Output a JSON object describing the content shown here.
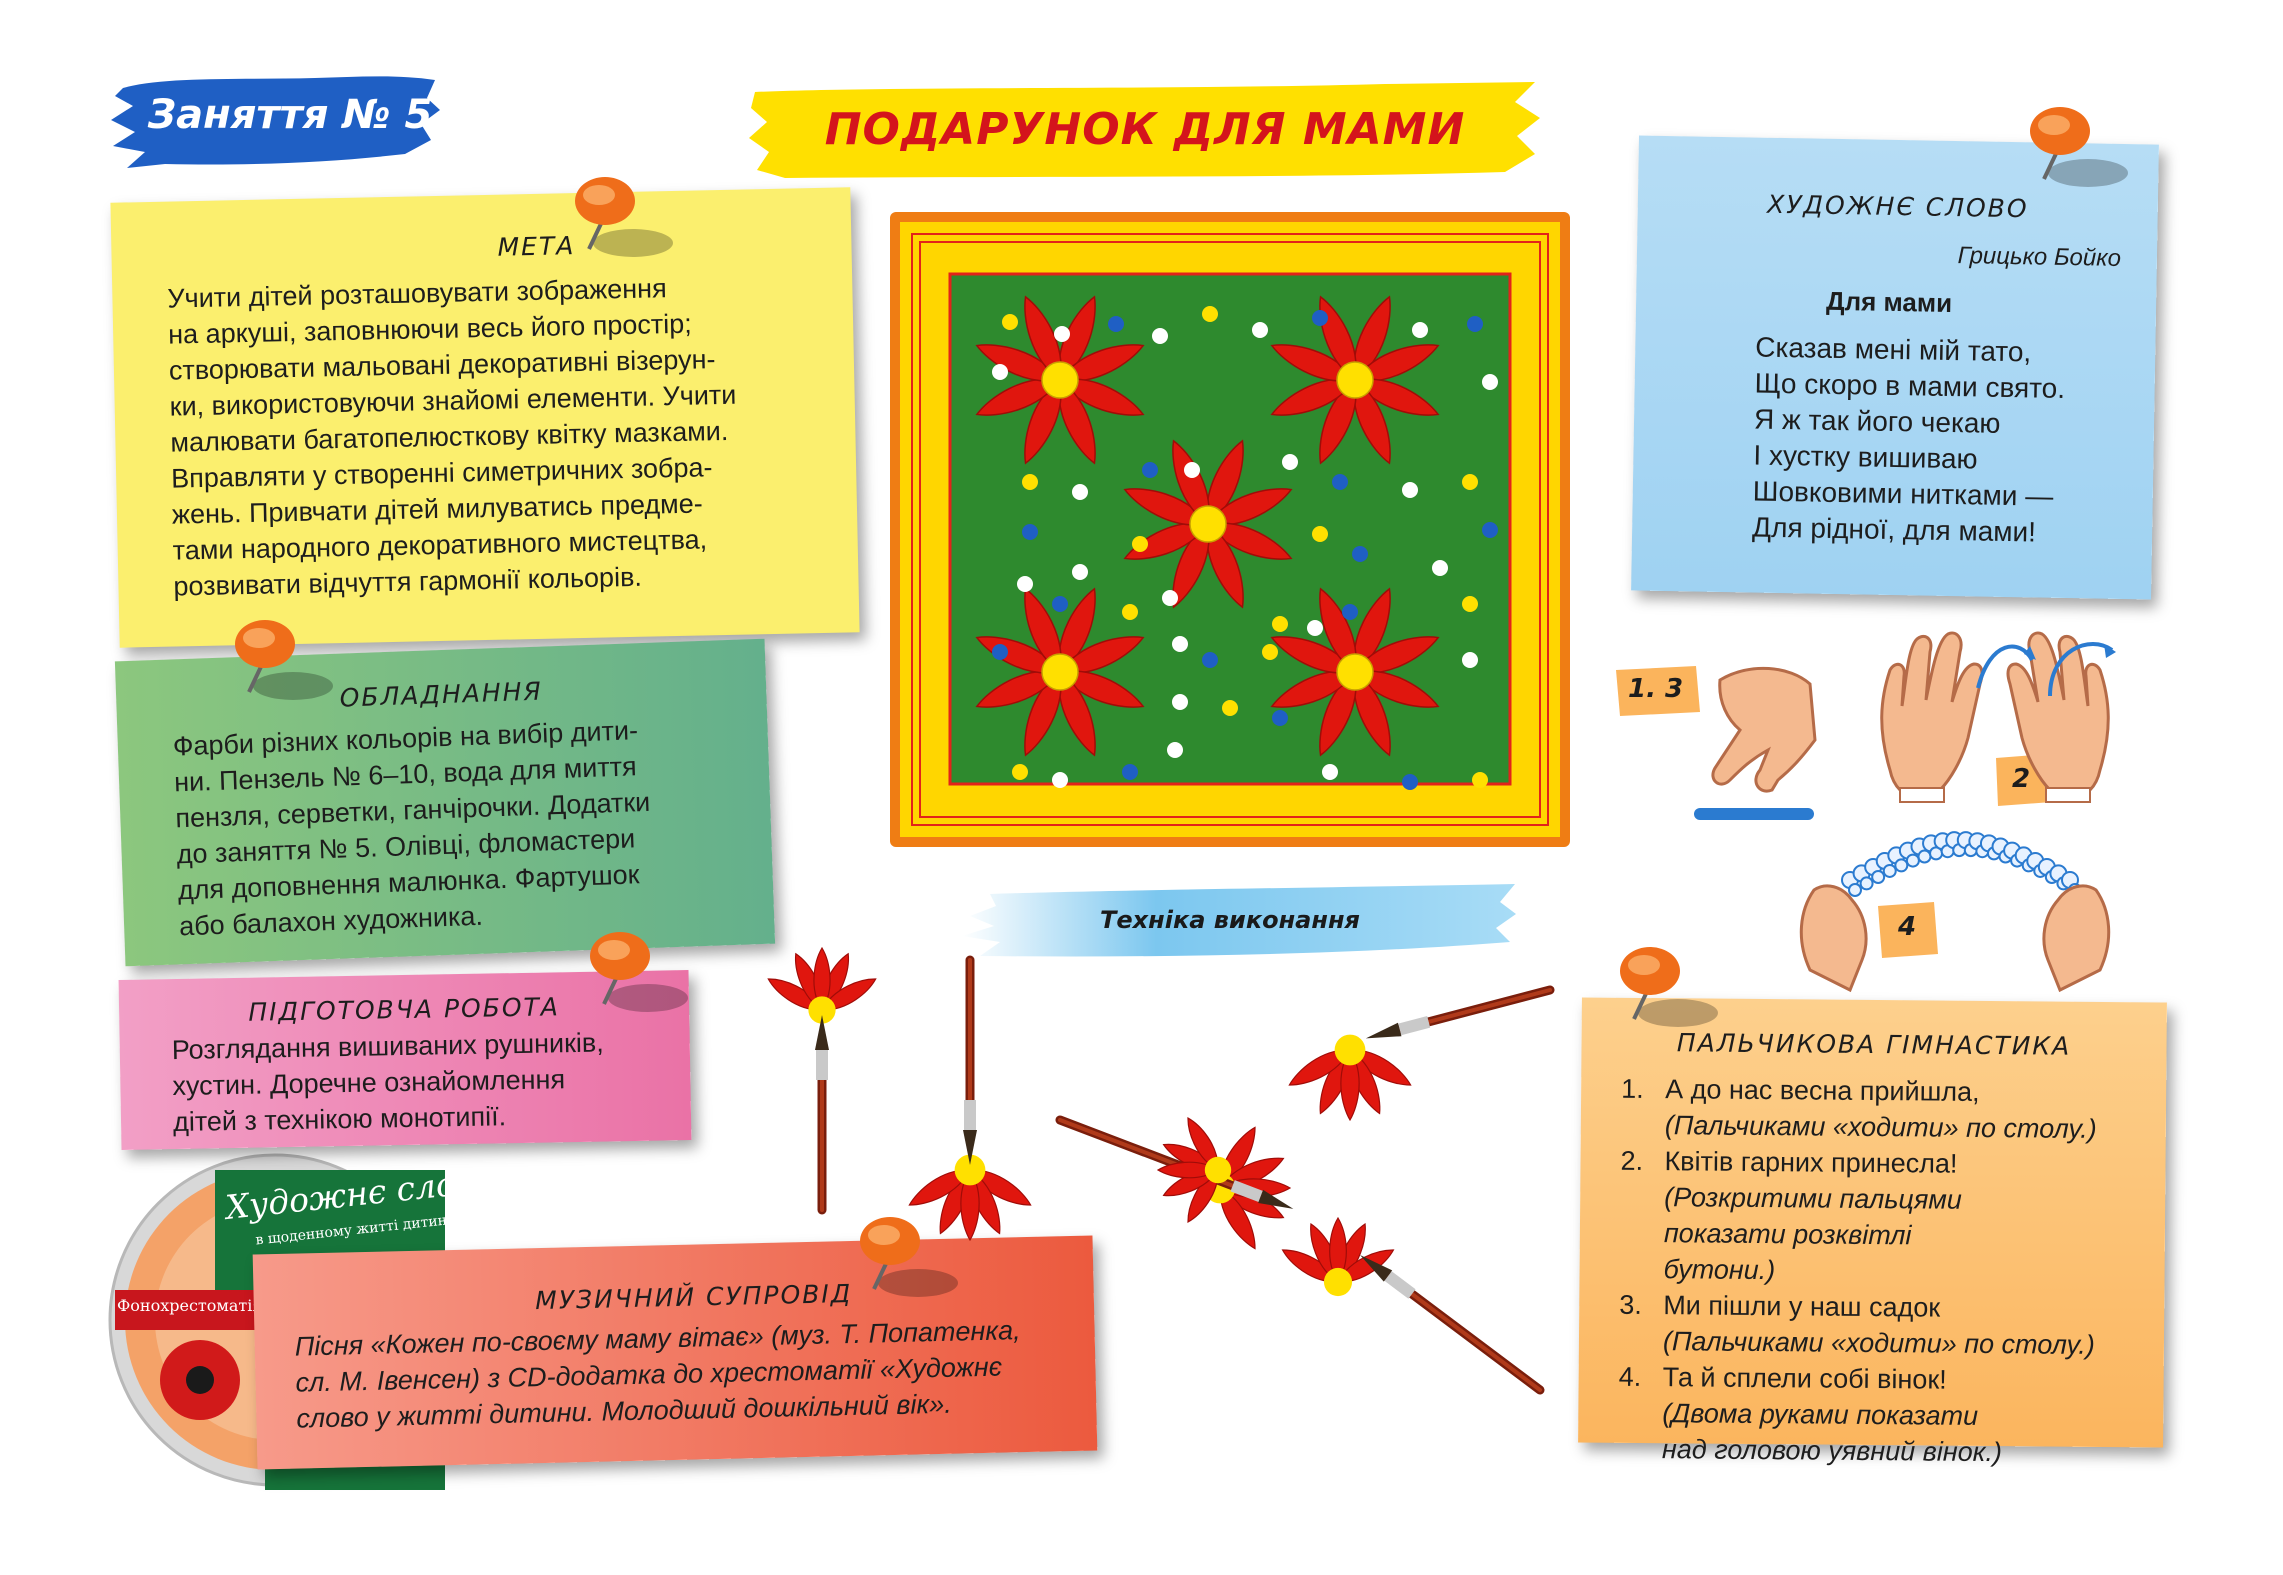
{
  "header": {
    "lesson": "Заняття № 5",
    "title": "ПОДАРУНОК ДЛЯ МАМИ"
  },
  "goal": {
    "heading": "МЕТА",
    "lines": [
      "Учити дітей розташовувати зображення",
      "на аркуші, заповнюючи весь його простір;",
      "створювати мальовані декоративні візерун-",
      "ки, використовуючи знайомі елементи. Учити",
      "малювати багатопелюсткову квітку мазками.",
      "Вправляти у створенні симетричних зобра-",
      "жень. Привчати дітей милуватись предме-",
      "тами народного декоративного мистецтва,",
      "розвивати відчуття гармонії кольорів."
    ]
  },
  "equipment": {
    "heading": "ОБЛАДНАННЯ",
    "lines": [
      "Фарби різних кольорів на вибір дити-",
      "ни. Пензель № 6–10, вода для миття",
      "пензля, серветки, ганчірочки. Додатки",
      "до заняття № 5. Олівці, фломастери",
      "для доповнення малюнка. Фартушок",
      "або балахон художника."
    ]
  },
  "prep": {
    "heading": "ПІДГОТОВЧА РОБОТА",
    "lines": [
      "Розглядання вишиваних рушників,",
      "хустин. Доречне ознайомлення",
      "дітей з технікою монотипії."
    ]
  },
  "music": {
    "heading": "МУЗИЧНИЙ СУПРОВІД",
    "lines": [
      "Пісня «Кожен по-своєму маму вітає» (муз. Т. Попатенка,",
      "сл. М. Івенсен) з CD-додатка до хрестоматії «Художнє",
      "слово у житті дитини. Молодший дошкільний вік»."
    ]
  },
  "cd": {
    "title": "Художнє слово",
    "subtitle": "в щоденному житті дитини",
    "side": "Фонохрестоматія"
  },
  "poem": {
    "heading": "ХУДОЖНЄ СЛОВО",
    "author": "Грицько Бойко",
    "title": "Для мами",
    "lines": [
      "Сказав мені мій тато,",
      "Що скоро в мами свято.",
      "Я ж так його чекаю",
      "І хустку вишиваю",
      "Шовковими нитками —",
      "Для рідної, для мами!"
    ]
  },
  "technique": {
    "label": "Техніка виконання"
  },
  "hands": {
    "step1": "1. 3",
    "step2": "2",
    "step4": "4"
  },
  "gymnastics": {
    "heading": "ПАЛЬЧИКОВА ГІМНАСТИКА",
    "items": [
      {
        "num": "1.",
        "text": "А до нас весна прийшла,",
        "note": "(Пальчиками «ходити» по столу.)"
      },
      {
        "num": "2.",
        "text": "Квітів гарних принесла!",
        "note": "(Розкритими пальцями показати розквітлі бутони.)"
      },
      {
        "num": "3.",
        "text": "Ми пішли у  наш садок",
        "note": "(Пальчиками «ходити» по столу.)"
      },
      {
        "num": "4.",
        "text": "Та й сплели собі  вінок!",
        "note": "(Двома руками показати над головою уявний вінок.)"
      }
    ]
  },
  "colors": {
    "blue_brush": "#1f5fc4",
    "yellow_brush": "#ffe000",
    "title_red": "#d4141c",
    "goal_note": "#fbef6e",
    "equipment_note": "#7fbf86",
    "prep_note": "#ef8cc0",
    "music_note": "#f26b53",
    "poem_note": "#a9d8f5",
    "gym_note": "#fcc173",
    "carpet_green": "#2e8a2e",
    "carpet_frame": "#ffd600",
    "flower_red": "#e0160e"
  }
}
